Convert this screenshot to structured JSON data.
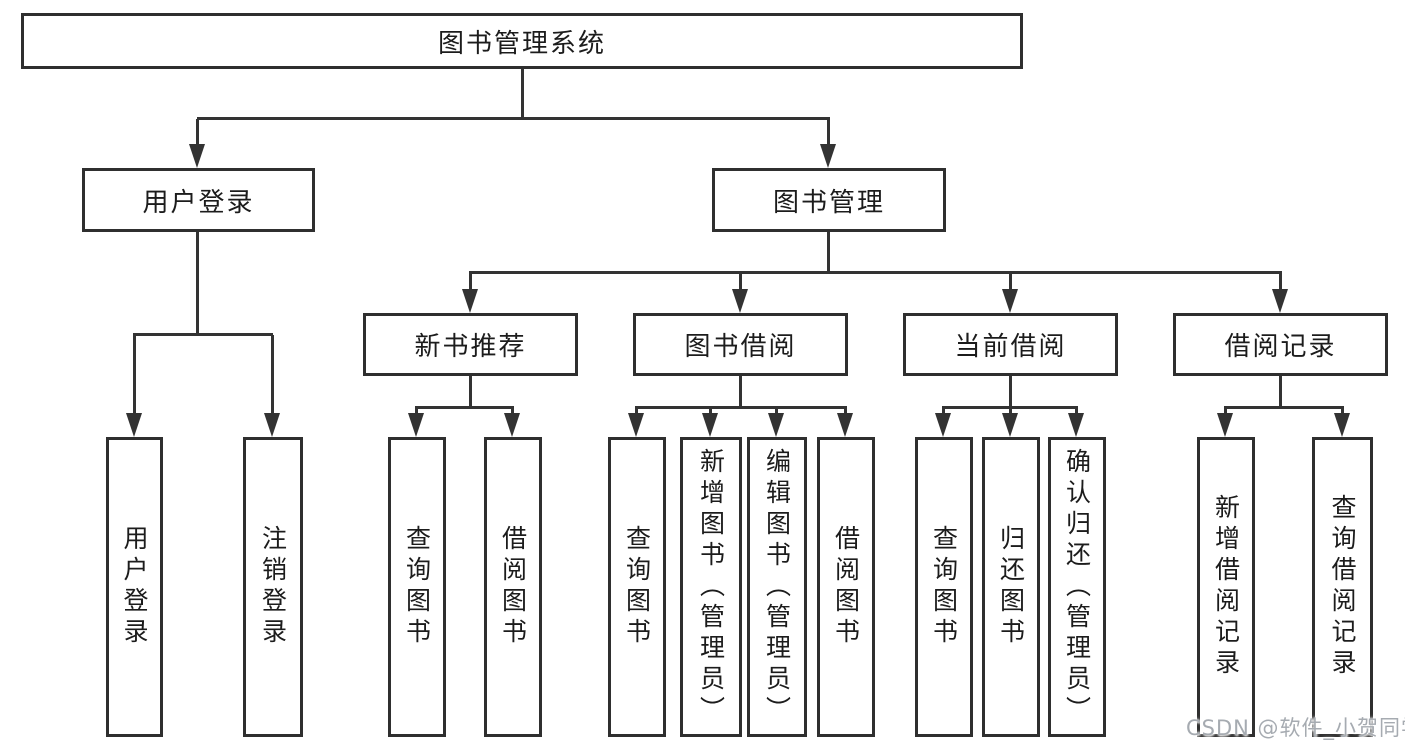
{
  "diagram_type": "hierarchy-structure-chart",
  "colors": {
    "background": "#ffffff",
    "box_border": "#2f2f2f",
    "connector_line": "#333333",
    "text": "#1c1c1c",
    "watermark_text": "#a6abb1"
  },
  "tree": {
    "label": "图书管理系统",
    "children": [
      {
        "label": "用户登录",
        "children": [
          {
            "label": "用户登录"
          },
          {
            "label": "注销登录"
          }
        ]
      },
      {
        "label": "图书管理",
        "children": [
          {
            "label": "新书推荐",
            "children": [
              {
                "label": "查询图书"
              },
              {
                "label": "借阅图书"
              }
            ]
          },
          {
            "label": "图书借阅",
            "children": [
              {
                "label": "查询图书"
              },
              {
                "label": "新增图书（管理员）"
              },
              {
                "label": "编辑图书（管理员）"
              },
              {
                "label": "借阅图书"
              }
            ]
          },
          {
            "label": "当前借阅",
            "children": [
              {
                "label": "查询图书"
              },
              {
                "label": "归还图书"
              },
              {
                "label": "确认归还（管理员）"
              }
            ]
          },
          {
            "label": "借阅记录",
            "children": [
              {
                "label": "新增借阅记录"
              },
              {
                "label": "查询借阅记录"
              }
            ]
          }
        ]
      }
    ]
  },
  "watermark": "CSDN @软件_小贺同学"
}
